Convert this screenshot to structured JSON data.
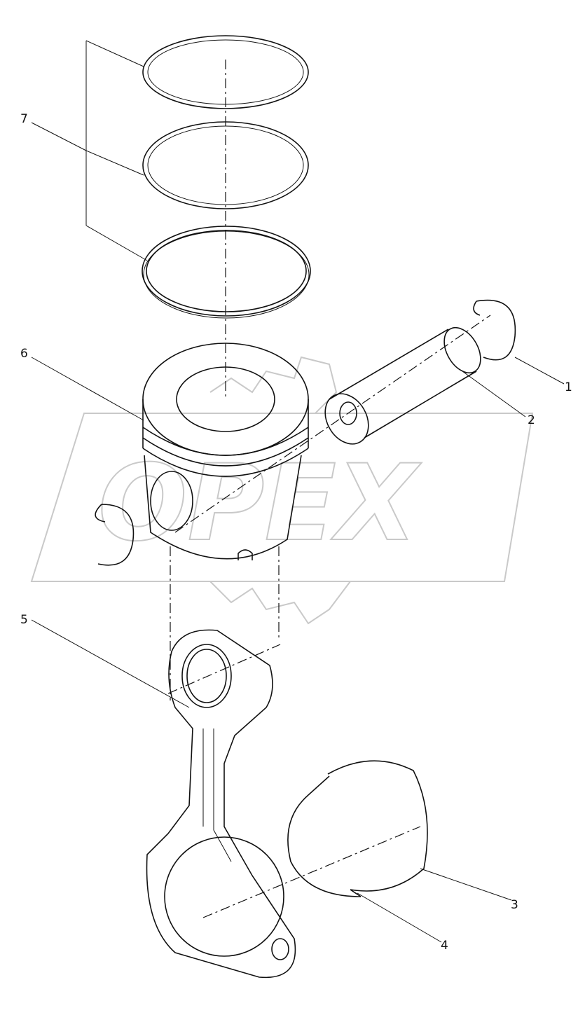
{
  "diagram": {
    "watermark": "OPEX",
    "callouts": [
      {
        "id": "1",
        "label": "1"
      },
      {
        "id": "2",
        "label": "2"
      },
      {
        "id": "3",
        "label": "3"
      },
      {
        "id": "4",
        "label": "4"
      },
      {
        "id": "5",
        "label": "5"
      },
      {
        "id": "6",
        "label": "6"
      },
      {
        "id": "7",
        "label": "7"
      }
    ],
    "parts": [
      "piston-ring-set",
      "piston",
      "piston-pin",
      "retaining-rings",
      "connecting-rod",
      "bearing-shells"
    ]
  }
}
